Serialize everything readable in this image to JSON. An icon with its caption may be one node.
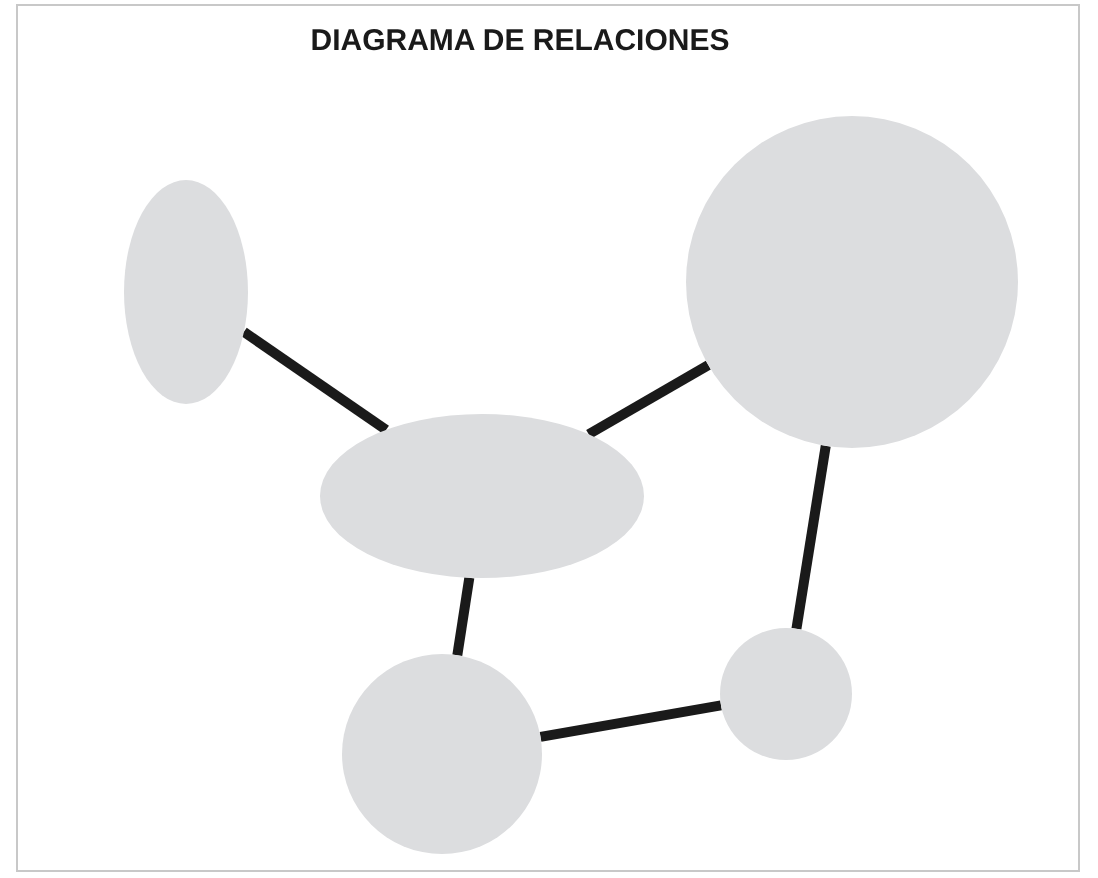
{
  "diagram": {
    "title": "DIAGRAMA DE RELACIONES",
    "nodes": [
      {
        "text": [],
        "shape": "ellipse"
      },
      {
        "text": [],
        "shape": "circle"
      },
      {
        "text": [],
        "shape": "ellipse"
      },
      {
        "text": [],
        "shape": "circle"
      },
      {
        "text": [],
        "shape": "circle"
      }
    ],
    "edges": [
      {
        "from": 0,
        "to": 2,
        "arrow": "none"
      },
      {
        "from": 2,
        "to": 1,
        "arrow": "none"
      },
      {
        "from": 1,
        "to": 3,
        "arrow": "none"
      },
      {
        "from": 3,
        "to": 4,
        "arrow": "none"
      },
      {
        "from": 2,
        "to": 4,
        "arrow": "none"
      }
    ]
  }
}
